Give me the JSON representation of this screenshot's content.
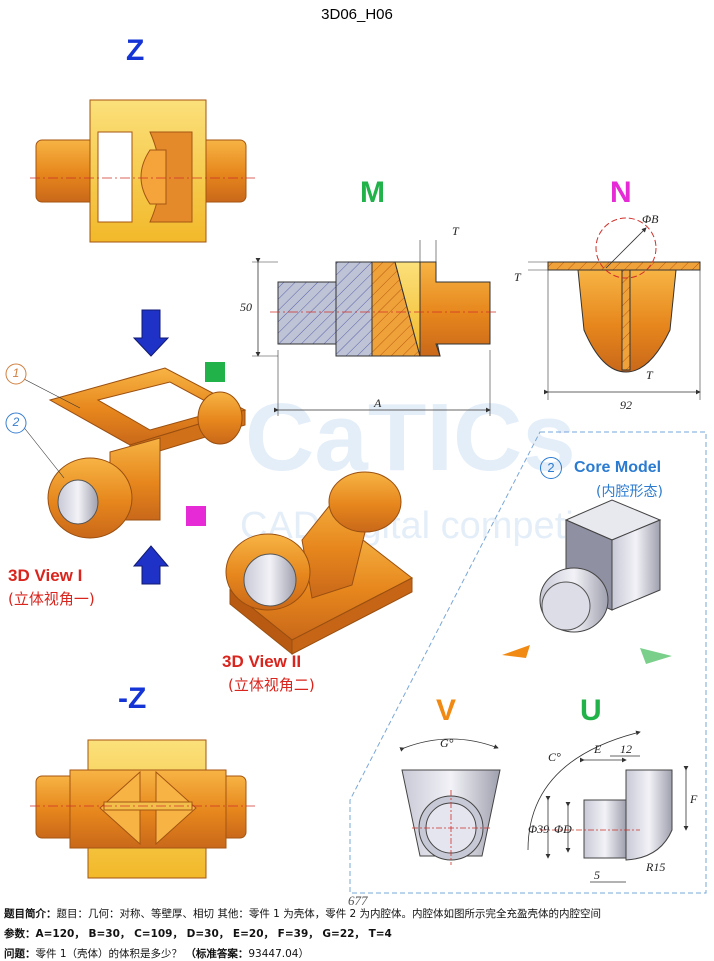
{
  "title": "3D06_H06",
  "views": {
    "z_label": "Z",
    "m_label": "M",
    "n_label": "N",
    "neg_z_label": "-Z",
    "v_label": "V",
    "u_label": "U",
    "view1_title": "3D View I",
    "view1_sub": "(立体视角一)",
    "view2_title": "3D View II",
    "view2_sub": "(立体视角二)",
    "core_title": "Core Model",
    "core_sub": "(内腔形态)",
    "core_num": "2",
    "part1_num": "1",
    "part2_num": "2"
  },
  "dimensions": {
    "m_T": "T",
    "m_50": "50",
    "m_A": "A",
    "n_phiB": "ΦB",
    "n_T_top": "T",
    "n_T_bottom": "T",
    "n_92": "92",
    "v_G": "G°",
    "u_C": "C°",
    "u_E": "E",
    "u_12": "12",
    "u_F": "F",
    "u_phi39": "Φ39",
    "u_phiD": "ΦD",
    "u_5": "5",
    "u_R15": "R15"
  },
  "watermark": {
    "main": "CaTICs",
    "sub": "CAD digital competition"
  },
  "page_number": "677",
  "footer": {
    "intro_label": "题目简介：",
    "intro_text": "题目：几何：对称、等壁厚、相切 其他：零件 1 为壳体，零件 2 为内腔体。内腔体如图所示完全充盈壳体的内腔空间",
    "params_label": "参数：",
    "params_text": "A=120，  B=30，  C=109，  D=30，  E=20，  F=39，  G=22，  T=4",
    "question_label": "问题：",
    "question_text": "零件 1（壳体）的体积是多少？",
    "answer_label": "（标准答案：",
    "answer_text": "93447.04）"
  },
  "colors": {
    "orange": "#f39a1c",
    "orange_dark": "#d8731a",
    "yellow": "#f7cf3a",
    "blue_label": "#1534d6",
    "green_label": "#21b24a",
    "magenta_label": "#e62bd6",
    "orange_label": "#f08a12",
    "red_caption": "#d9251d",
    "core_blue": "#2b7bd1"
  }
}
